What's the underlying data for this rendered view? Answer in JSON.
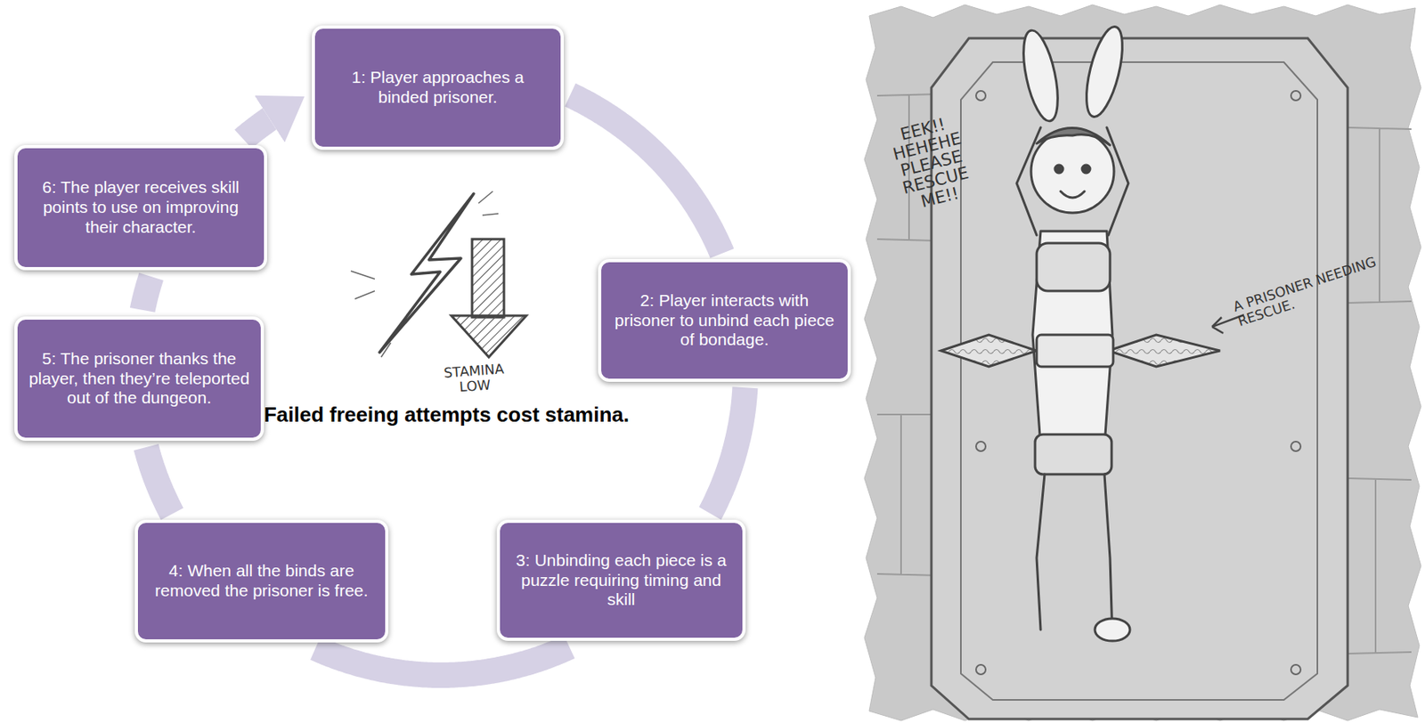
{
  "diagram": {
    "nodes": [
      {
        "text": [
          "1: Player approaches a binded prisoner."
        ]
      },
      {
        "text": [
          "2: Player interacts with prisoner to unbind each piece of bondage."
        ]
      },
      {
        "text": [
          "3: Unbinding each piece is a puzzle requiring timing and skill"
        ]
      },
      {
        "text": [
          "4: When all the binds are removed the prisoner is free."
        ]
      },
      {
        "text": [
          "5: The prisoner thanks the player, then they’re teleported out of the dungeon."
        ]
      },
      {
        "text": [
          "6: The player receives skill points to use on improving their character."
        ]
      }
    ],
    "edges": [
      {
        "from": 0,
        "to": 1,
        "arrow": "none"
      },
      {
        "from": 1,
        "to": 2,
        "arrow": "none"
      },
      {
        "from": 2,
        "to": 3,
        "arrow": "none"
      },
      {
        "from": 3,
        "to": 4,
        "arrow": "none"
      },
      {
        "from": 4,
        "to": 5,
        "arrow": "none"
      },
      {
        "from": 5,
        "to": 0,
        "arrow": "to"
      }
    ],
    "labels": [
      "Failed freeing attempts cost stamina.",
      "STAMINA LOW",
      "EEK!! HEHEHE PLEASE RESCUE ME!!",
      "A PRISONER NEEDING RESCUE."
    ]
  }
}
